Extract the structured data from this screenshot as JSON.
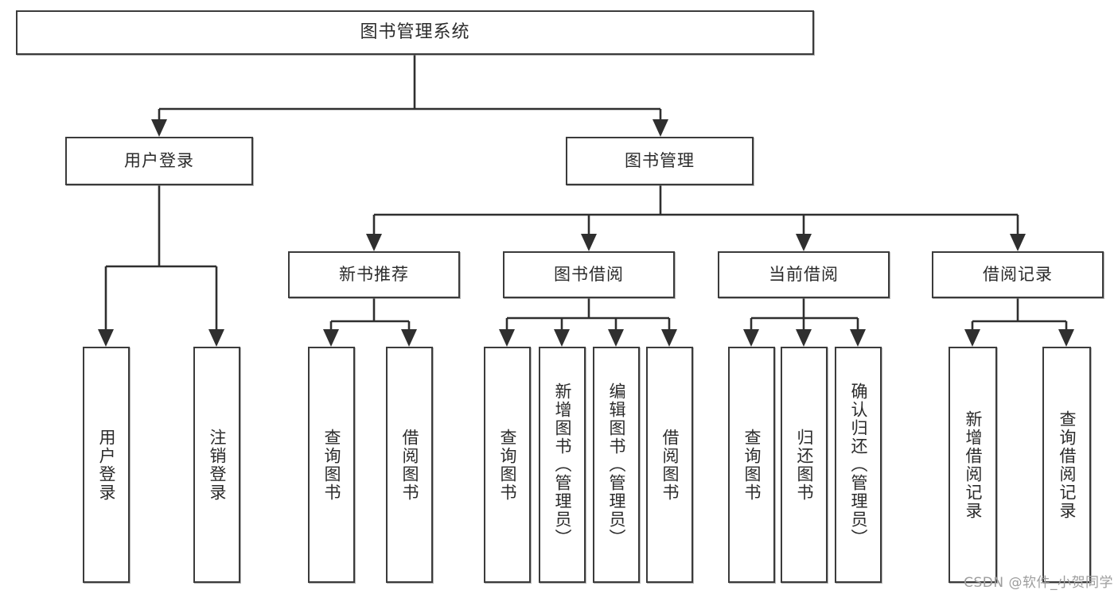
{
  "diagram": {
    "type": "tree-structure-chart",
    "title": "图书管理系统",
    "watermark": "CSDN @软件_小贺同学",
    "colors": {
      "box_border": "#3b3b3b",
      "box_fill": "#ffffff",
      "edge": "#2f2f2f",
      "text": "#2b2b2b",
      "watermark": "#9d9d9d"
    },
    "nodes": {
      "root": {
        "label": "图书管理系统"
      },
      "level1": [
        {
          "id": "user-login",
          "label": "用户登录"
        },
        {
          "id": "book-manage",
          "label": "图书管理"
        }
      ],
      "level2": [
        {
          "id": "new-book-recommend",
          "label": "新书推荐"
        },
        {
          "id": "book-borrow",
          "label": "图书借阅"
        },
        {
          "id": "current-borrow",
          "label": "当前借阅"
        },
        {
          "id": "borrow-record",
          "label": "借阅记录"
        }
      ],
      "leaves": {
        "user-login": [
          {
            "id": "leaf-user-login",
            "label": "用户登录"
          },
          {
            "id": "leaf-logout",
            "label": "注销登录"
          }
        ],
        "new-book-recommend": [
          {
            "id": "leaf-query-book-1",
            "label": "查询图书"
          },
          {
            "id": "leaf-borrow-book-1",
            "label": "借阅图书"
          }
        ],
        "book-borrow": [
          {
            "id": "leaf-query-book-2",
            "label": "查询图书"
          },
          {
            "id": "leaf-add-book",
            "label": "新增图书（管理员）"
          },
          {
            "id": "leaf-edit-book",
            "label": "编辑图书（管理员）"
          },
          {
            "id": "leaf-borrow-book-2",
            "label": "借阅图书"
          }
        ],
        "current-borrow": [
          {
            "id": "leaf-query-book-3",
            "label": "查询图书"
          },
          {
            "id": "leaf-return-book",
            "label": "归还图书"
          },
          {
            "id": "leaf-confirm-return",
            "label": "确认归还（管理员）"
          }
        ],
        "borrow-record": [
          {
            "id": "leaf-add-record",
            "label": "新增借阅记录"
          },
          {
            "id": "leaf-query-record",
            "label": "查询借阅记录"
          }
        ]
      }
    }
  }
}
